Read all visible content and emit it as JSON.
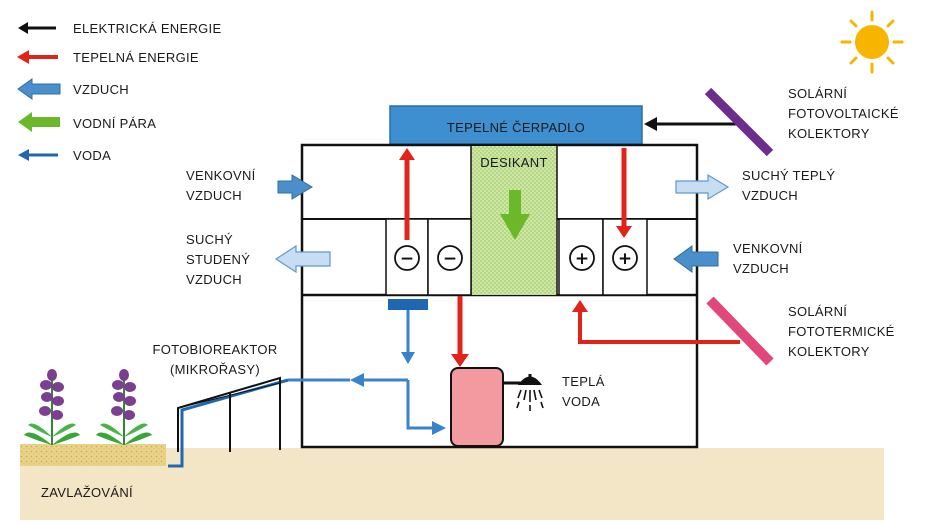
{
  "legend": {
    "electric": "ELEKTRICKÁ ENERGIE",
    "thermal": "TEPELNÁ ENERGIE",
    "air": "VZDUCH",
    "vapor": "VODNÍ PÁRA",
    "water": "VODA"
  },
  "heat_pump": "TEPELNÉ ČERPADLO",
  "desiccant": "DESIKANT",
  "outdoor_air_left": [
    "VENKOVNÍ",
    "VZDUCH"
  ],
  "dry_cold_air": [
    "SUCHÝ",
    "STUDENÝ",
    "VZDUCH"
  ],
  "dry_warm_air": [
    "SUCHÝ TEPLÝ",
    "VZDUCH"
  ],
  "outdoor_air_right": [
    "VENKOVNÍ",
    "VZDUCH"
  ],
  "pv_collectors": [
    "SOLÁRNÍ",
    "FOTOVOLTAICKÉ",
    "KOLEKTORY"
  ],
  "thermal_collectors": [
    "SOLÁRNÍ",
    "FOTOTERMICKÉ",
    "KOLEKTORY"
  ],
  "photobioreactor": [
    "FOTOBIOREAKTOR",
    "(MIKROŘASY)"
  ],
  "hot_water": [
    "TEPLÁ",
    "VODA"
  ],
  "irrigation": "ZAVLAŽOVÁNÍ",
  "minus_symbol": "−",
  "plus_symbol": "+",
  "colors": {
    "electric": "#111111",
    "thermal": "#e2231a",
    "air": "#4a8fc9",
    "vapor": "#6bb82a",
    "water": "#1f66b3",
    "heat_pump_fill": "#3d8fd0",
    "desiccant_fill": "#c8e29a",
    "ground": "#f3e6c6",
    "tank": "#f29aa0",
    "pv_panel": "#6b2d8e",
    "thermal_panel": "#e2477a",
    "sun": "#f7b500"
  }
}
